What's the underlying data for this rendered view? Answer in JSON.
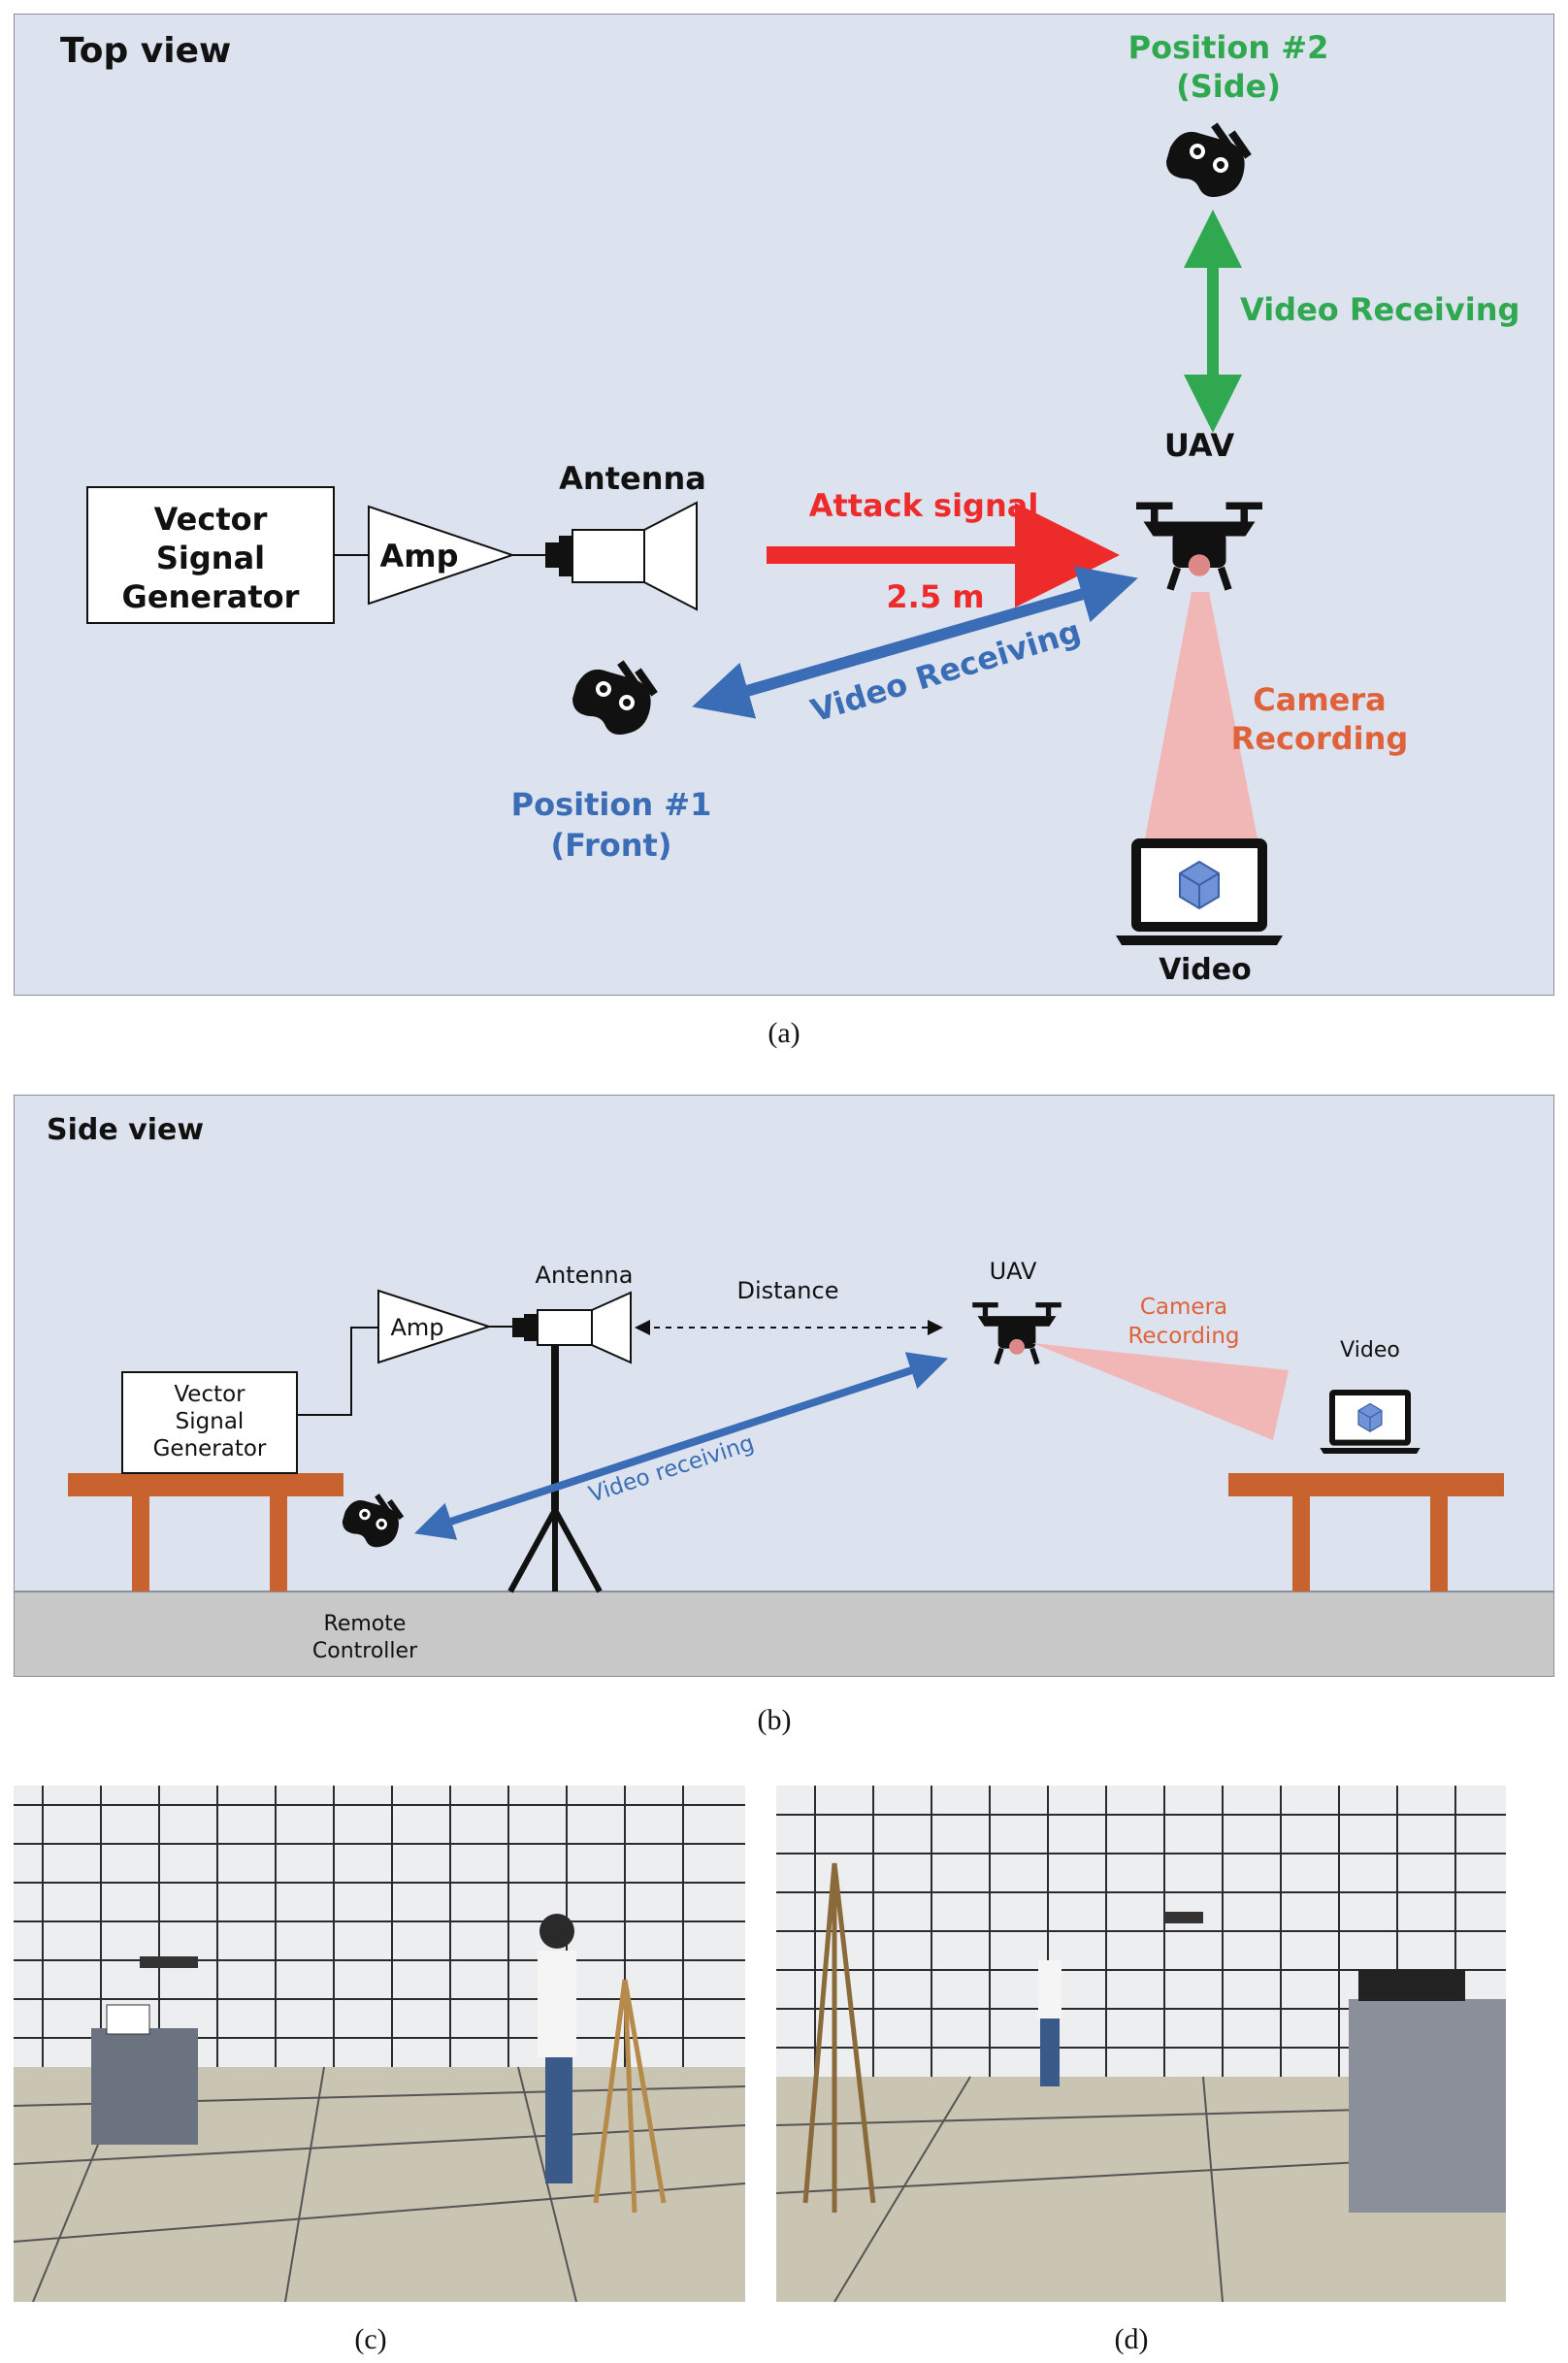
{
  "top_view": {
    "title": "Top view",
    "vsg_line1": "Vector",
    "vsg_line2": "Signal",
    "vsg_line3": "Generator",
    "amp": "Amp",
    "antenna": "Antenna",
    "attack_signal": "Attack signal",
    "distance": "2.5 m",
    "uav": "UAV",
    "video_receiving_front": "Video Receiving",
    "video_receiving_side": "Video Receiving",
    "position1_line1": "Position #1",
    "position1_line2": "(Front)",
    "position2_line1": "Position #2",
    "position2_line2": "(Side)",
    "camera_line1": "Camera",
    "camera_line2": "Recording",
    "video": "Video"
  },
  "side_view": {
    "title": "Side view",
    "vsg_line1": "Vector",
    "vsg_line2": "Signal",
    "vsg_line3": "Generator",
    "amp": "Amp",
    "antenna": "Antenna",
    "distance": "Distance",
    "uav": "UAV",
    "camera_line1": "Camera",
    "camera_line2": "Recording",
    "video": "Video",
    "video_receiving": "Video receiving",
    "rc_line1": "Remote",
    "rc_line2": "Controller"
  },
  "captions": {
    "a": "(a)",
    "b": "(b)",
    "c": "(c)",
    "d": "(d)"
  },
  "colors": {
    "panel_bg": "#dce3ee",
    "attack": "#ee2b2b",
    "blue": "#3a6db5",
    "green": "#2fa84f",
    "orange": "#e0623a",
    "beam": "#f1b6b6",
    "table": "#c8622e",
    "floor": "#c8c8c8"
  }
}
